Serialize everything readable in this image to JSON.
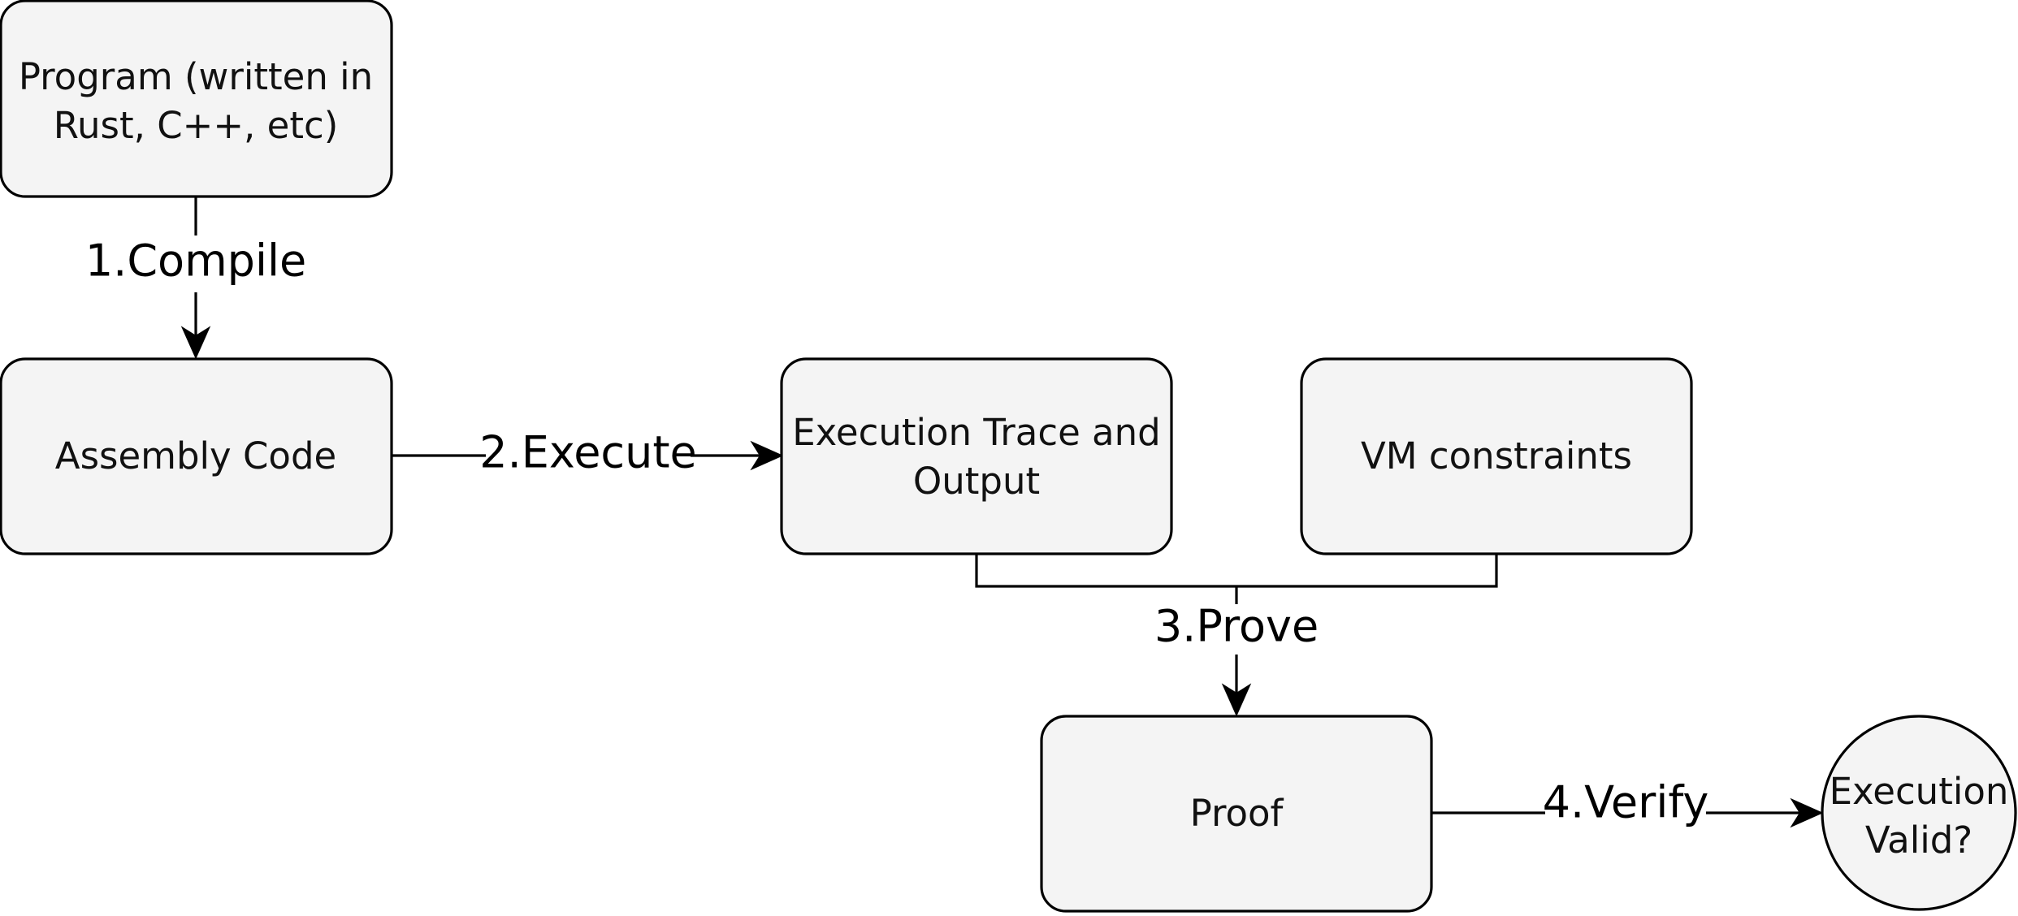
{
  "nodes": {
    "program": {
      "line1": "Program (written in",
      "line2": "Rust, C++, etc)"
    },
    "assembly": {
      "line1": "Assembly Code"
    },
    "trace": {
      "line1": "Execution Trace and",
      "line2": "Output"
    },
    "vm": {
      "line1": "VM constraints"
    },
    "proof": {
      "line1": "Proof"
    },
    "valid": {
      "line1": "Execution",
      "line2": "Valid?"
    }
  },
  "edges": {
    "compile": "1.Compile",
    "execute": "2.Execute",
    "prove": "3.Prove",
    "verify": "4.Verify"
  },
  "colors": {
    "node_fill": "#f4f4f4",
    "stroke": "#000000",
    "background": "#ffffff"
  }
}
